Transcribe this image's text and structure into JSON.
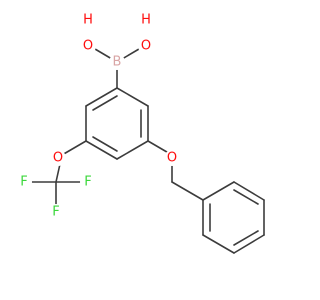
{
  "colors": {
    "bond": "#3c3c3c",
    "O": "#ff0d0d",
    "B": "#d9a5a5",
    "F": "#3cd73c",
    "background": "#ffffff"
  },
  "atoms": [
    {
      "id": "B1",
      "label": "B"
    },
    {
      "id": "O1",
      "label": "O"
    },
    {
      "id": "H1",
      "label": "H"
    },
    {
      "id": "O2",
      "label": "O"
    },
    {
      "id": "H2",
      "label": "H"
    },
    {
      "id": "O3",
      "label": "O"
    },
    {
      "id": "O4",
      "label": "O"
    },
    {
      "id": "F1",
      "label": "F"
    },
    {
      "id": "F2",
      "label": "F"
    },
    {
      "id": "F3",
      "label": "F"
    }
  ]
}
